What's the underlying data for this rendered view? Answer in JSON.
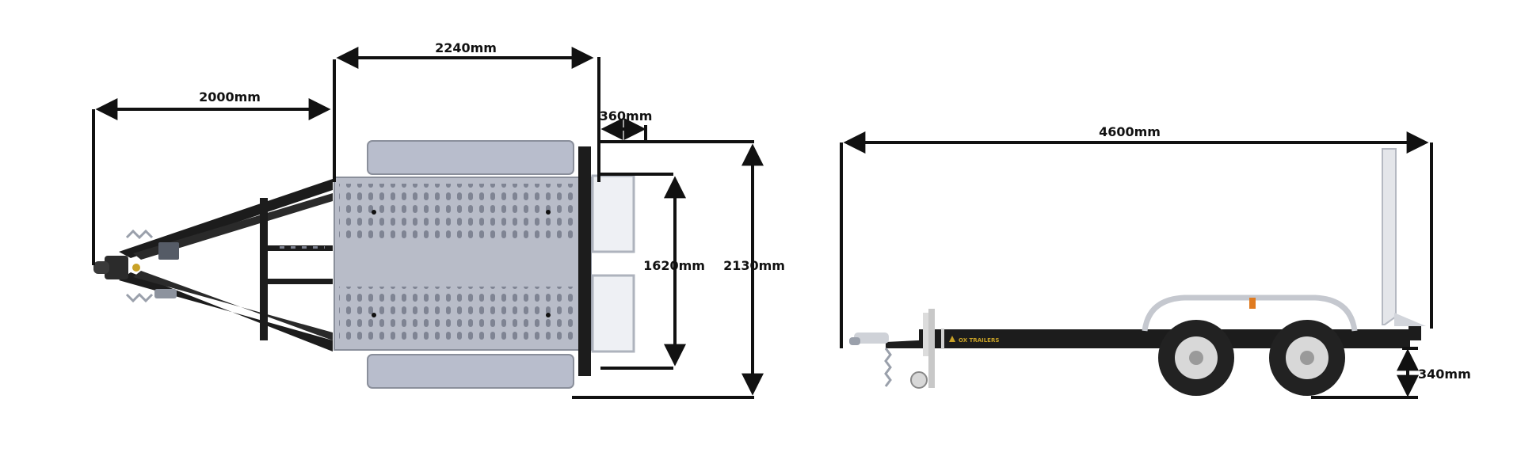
{
  "views": {
    "top": {
      "dimensions": {
        "drawbar_length": "2000mm",
        "deck_length": "2240mm",
        "ramp_overhang": "360mm",
        "inner_width": "1620mm",
        "overall_width": "2130mm"
      }
    },
    "side": {
      "dimensions": {
        "overall_length": "4600mm",
        "deck_height": "340mm"
      },
      "brand": "OX TRAILERS"
    }
  },
  "colors": {
    "dimension_line": "#111111",
    "frame": "#1c1c1c",
    "deck": "#b8bcc8",
    "fender": "#b8bdcc",
    "wheel": "#222222",
    "hub": "#d8d8d8",
    "brand": "#c9a227"
  }
}
